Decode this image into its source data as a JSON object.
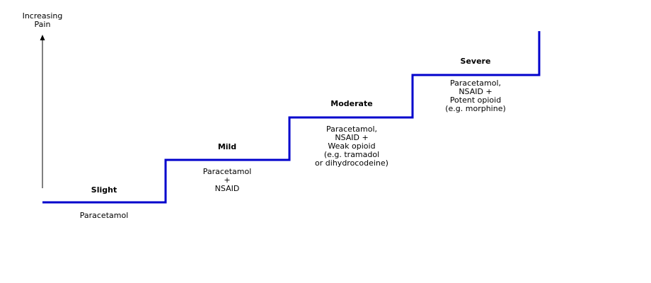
{
  "axis": {
    "label": "Increasing\nPain"
  },
  "steps": [
    {
      "title": "Slight",
      "description": "Paracetamol"
    },
    {
      "title": "Mild",
      "description": "Paracetamol\n+\nNSAID"
    },
    {
      "title": "Moderate",
      "description": "Paracetamol,\nNSAID +\nWeak opioid\n(e.g. tramadol\nor dihydrocodeine)"
    },
    {
      "title": "Severe",
      "description": "Paracetamol,\nNSAID +\nPotent opioid\n(e.g. morphine)"
    }
  ],
  "colors": {
    "staircase": "#0000cc",
    "axis": "#000000"
  }
}
